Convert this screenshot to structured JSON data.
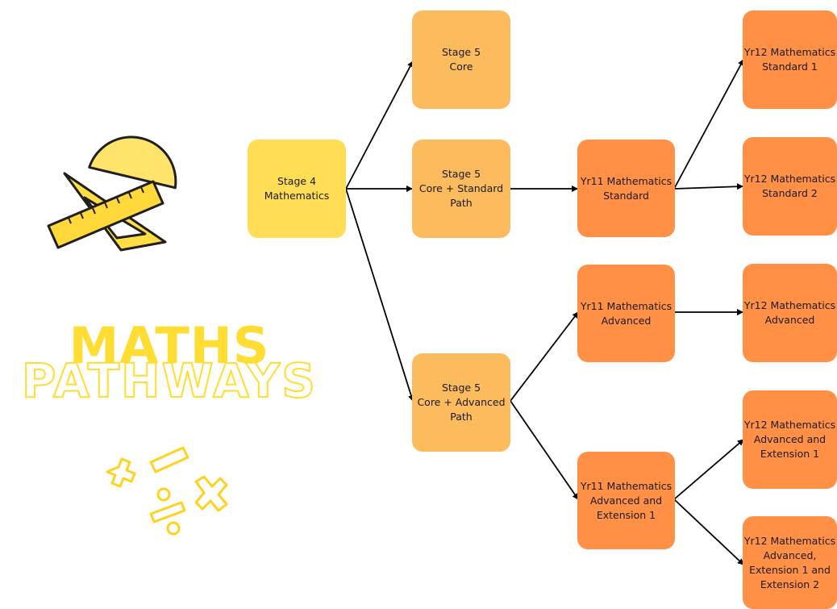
{
  "title": {
    "line1": "MATHS",
    "line2": "PATHWAYS"
  },
  "nodes": {
    "stage4": "Stage 4\nMathematics",
    "s5_core": "Stage 5\nCore",
    "s5_standard": "Stage 5\nCore + Standard\nPath",
    "s5_advanced": "Stage 5\nCore + Advanced\nPath",
    "y11_standard": "Yr11 Mathematics\nStandard",
    "y11_advanced": "Yr11 Mathematics\nAdvanced",
    "y11_ext1": "Yr11 Mathematics\nAdvanced and\nExtension 1",
    "y12_std1": "Yr12 Mathematics\nStandard 1",
    "y12_std2": "Yr12 Mathematics\nStandard 2",
    "y12_adv": "Yr12 Mathematics\nAdvanced",
    "y12_ext1": "Yr12 Mathematics\nAdvanced and\nExtension 1",
    "y12_ext2": "Yr12 Mathematics\nAdvanced,\nExtension 1 and\nExtension 2"
  },
  "colors": {
    "yellow": "#ffdd55",
    "light_orange": "#fcbb5c",
    "dark_orange": "#ff9046",
    "title_yellow": "#ffdd33"
  },
  "icons": [
    "ruler-protractor-icon",
    "math-symbols-icon"
  ]
}
